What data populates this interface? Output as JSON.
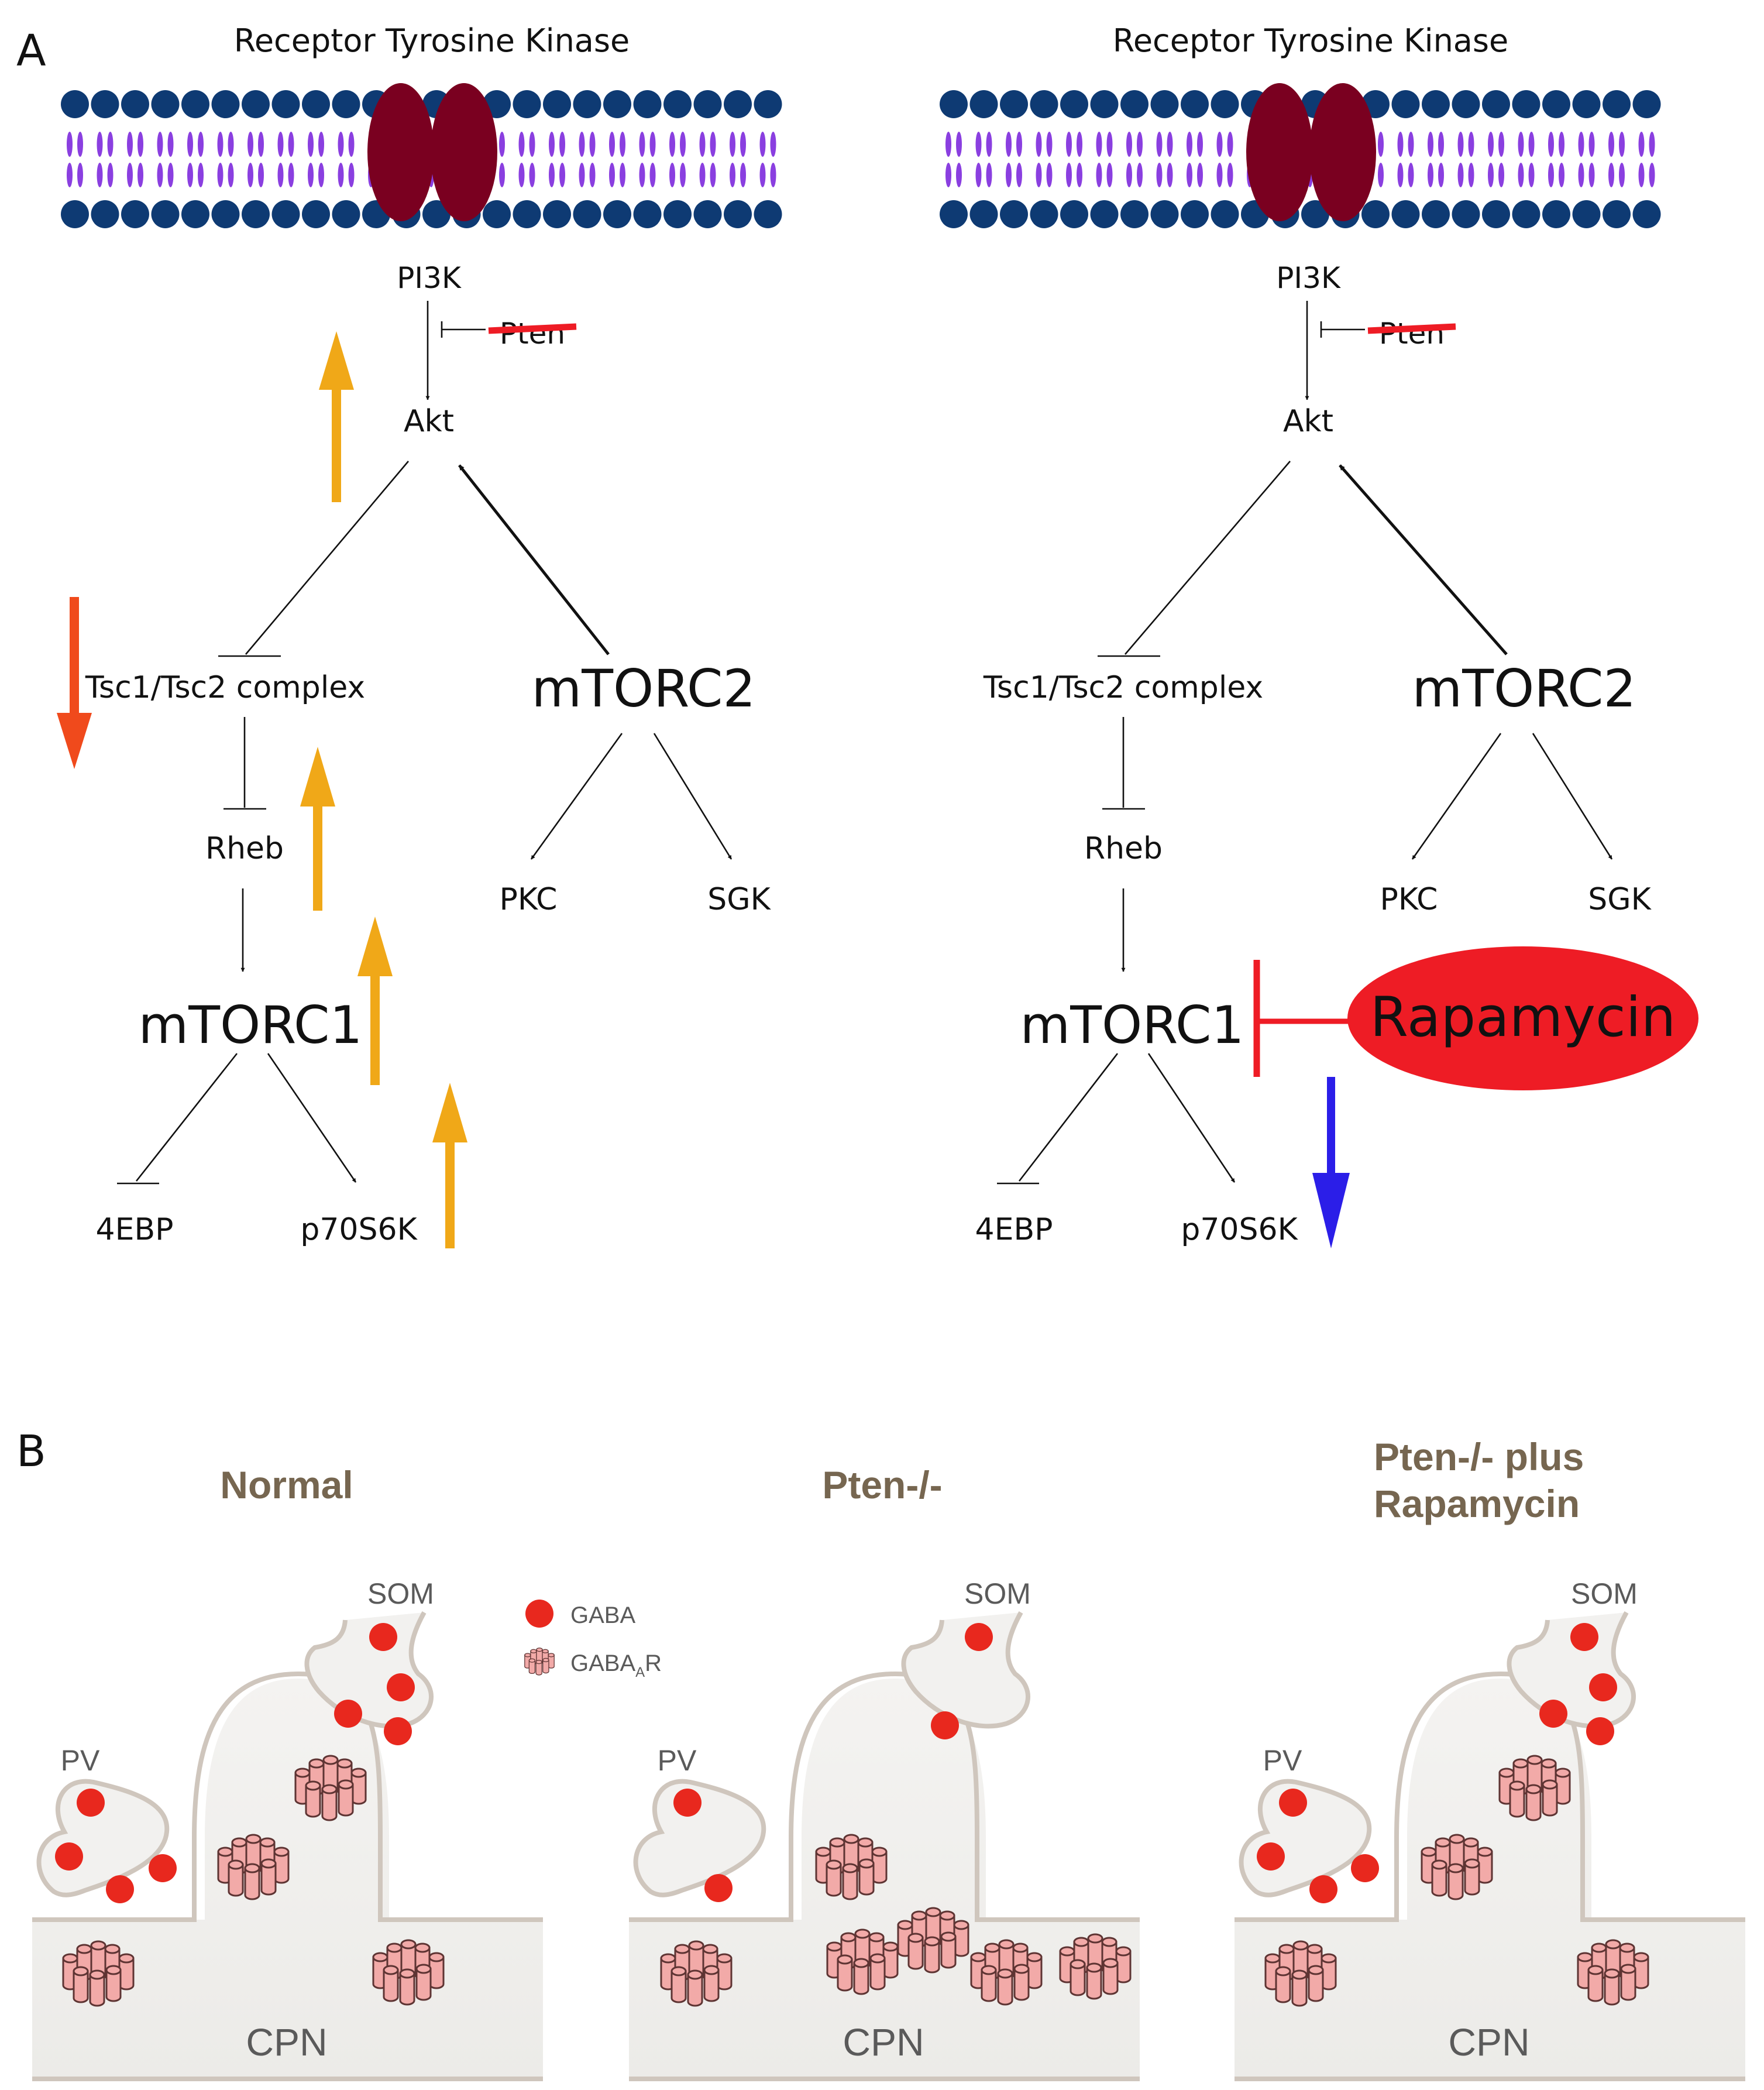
{
  "panel_a": {
    "label": "A",
    "left": {
      "title": "Receptor Tyrosine Kinase",
      "nodes": {
        "pi3k": "PI3K",
        "pten": "Pten",
        "akt": "Akt",
        "tsc": "Tsc1/Tsc2 complex",
        "mtorc2": "mTORC2",
        "rheb": "Rheb",
        "pkc": "PKC",
        "sgk": "SGK",
        "mtorc1": "mTORC1",
        "ebp": "4EBP",
        "p70": "p70S6K"
      }
    },
    "right": {
      "title": "Receptor Tyrosine Kinase",
      "nodes": {
        "pi3k": "PI3K",
        "pten": "Pten",
        "akt": "Akt",
        "tsc": "Tsc1/Tsc2 complex",
        "mtorc2": "mTORC2",
        "rheb": "Rheb",
        "pkc": "PKC",
        "sgk": "SGK",
        "mtorc1": "mTORC1",
        "ebp": "4EBP",
        "p70": "p70S6K",
        "rapamycin": "Rapamycin"
      }
    }
  },
  "panel_b": {
    "label": "B",
    "legend": {
      "gaba": "GABA",
      "receptor_main": "GABA",
      "receptor_sub": "A",
      "receptor_tail": "R"
    },
    "conditions": [
      {
        "title_lines": [
          "Normal"
        ],
        "som": "SOM",
        "pv": "PV",
        "cpn": "CPN"
      },
      {
        "title_lines": [
          "Pten-/-"
        ],
        "som": "SOM",
        "pv": "PV",
        "cpn": "CPN"
      },
      {
        "title_lines": [
          "Pten-/- plus",
          "Rapamycin"
        ],
        "som": "SOM",
        "pv": "PV",
        "cpn": "CPN"
      }
    ]
  },
  "colors": {
    "lipid_head": "#0e3a73",
    "lipid_tail": "#8a3fe0",
    "receptor": "#7a0020",
    "increase_arrow": "#f0a818",
    "decrease_arrow": "#f04a1c",
    "rapamycin": "#ee1c25",
    "rapamycin_effect_arrow": "#2b1ee8",
    "gaba_dot": "#e8281e",
    "gabaa_receptor": "#f2aaa8",
    "cell_fill": "#f2f1ef",
    "cell_outline": "#cfc6bd",
    "condition_title": "#766650"
  }
}
